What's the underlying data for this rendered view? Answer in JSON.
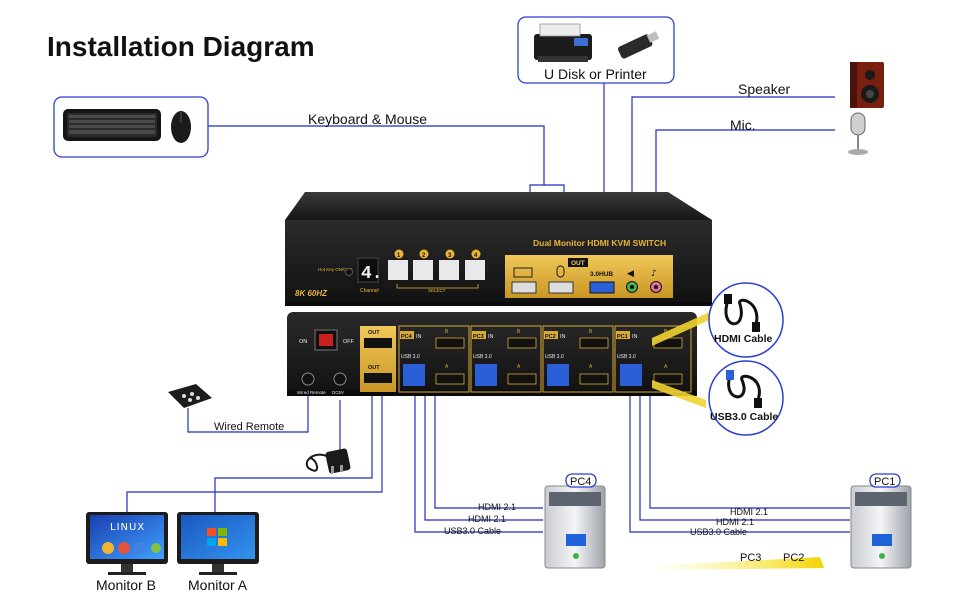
{
  "title": "Installation Diagram",
  "labels": {
    "usb_device": "U Disk or Printer",
    "speaker": "Speaker",
    "mic": "Mic.",
    "keyboard_mouse": "Keyboard & Mouse",
    "hdmi_cable": "HDMI Cable",
    "usb3_cable": "USB3.0 Cable",
    "wired_remote": "Wired Remote",
    "monitor_b": "Monitor B",
    "monitor_a": "Monitor A",
    "pc4": "PC4",
    "pc1": "PC1",
    "pc3": "PC3",
    "pc2": "PC2",
    "hdmi21": "HDMI 2.1",
    "usb3_cable_short": "USB3.0 Cable"
  },
  "device_front": {
    "brand_text": "Dual Monitor HDMI KVM SWITCH",
    "resolution": "8K 60HZ",
    "channel_digit": "4.",
    "channel_label": "Channel",
    "hotkey_label": "Hot Key ON/OFF",
    "select_label": "SELECT",
    "buttons": [
      "1",
      "2",
      "3",
      "4"
    ],
    "out_label": "OUT",
    "hub_label": "3.0HUB"
  },
  "device_back": {
    "on": "ON",
    "off": "OFF",
    "out": "OUT",
    "ports": [
      "PC4",
      "PC3",
      "PC2",
      "PC1"
    ],
    "in": "IN",
    "usb30": "USB 3.0",
    "port_a": "A",
    "port_b": "B",
    "wired_remote_port": "Wired Remote",
    "dc": "DC5V"
  },
  "monitor_b_screen": "LINUX",
  "colors": {
    "wire": "#1f2fbf",
    "accent_gold": "#d8a935",
    "usb_blue": "#2a5fd8",
    "device_dark": "#1e1e1e"
  }
}
